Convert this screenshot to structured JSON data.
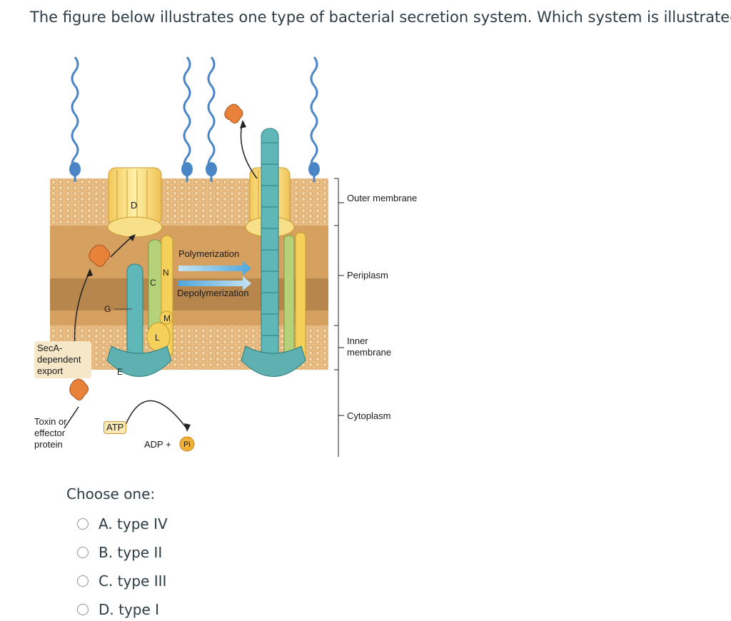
{
  "question": {
    "text": "The figure below illustrates one type of bacterial secretion system. Which system is illustrated?"
  },
  "figure": {
    "labels": {
      "outer_membrane": "Outer membrane",
      "periplasm": "Periplasm",
      "inner_membrane": "Inner membrane",
      "cytoplasm": "Cytoplasm",
      "polymerization": "Polymerization",
      "depolymerization": "Depolymerization",
      "seca_export": "SecA-dependent export",
      "toxin": "Toxin or effector protein",
      "atp": "ATP",
      "adp": "ADP +",
      "pi": "Pi",
      "D": "D",
      "C": "C",
      "N": "N",
      "G": "G",
      "M": "M",
      "L": "L",
      "E": "E"
    },
    "colors": {
      "membrane": "#e8b97a",
      "periplasm": "#d9a366",
      "pilus": "#5fb7b7",
      "ring": "#f7d56a",
      "protein": "#e8823a",
      "lps": "#4a86c5"
    }
  },
  "choose": {
    "label": "Choose one:"
  },
  "options": [
    {
      "label": "A. type IV"
    },
    {
      "label": "B. type II"
    },
    {
      "label": "C. type III"
    },
    {
      "label": "D. type I"
    }
  ]
}
